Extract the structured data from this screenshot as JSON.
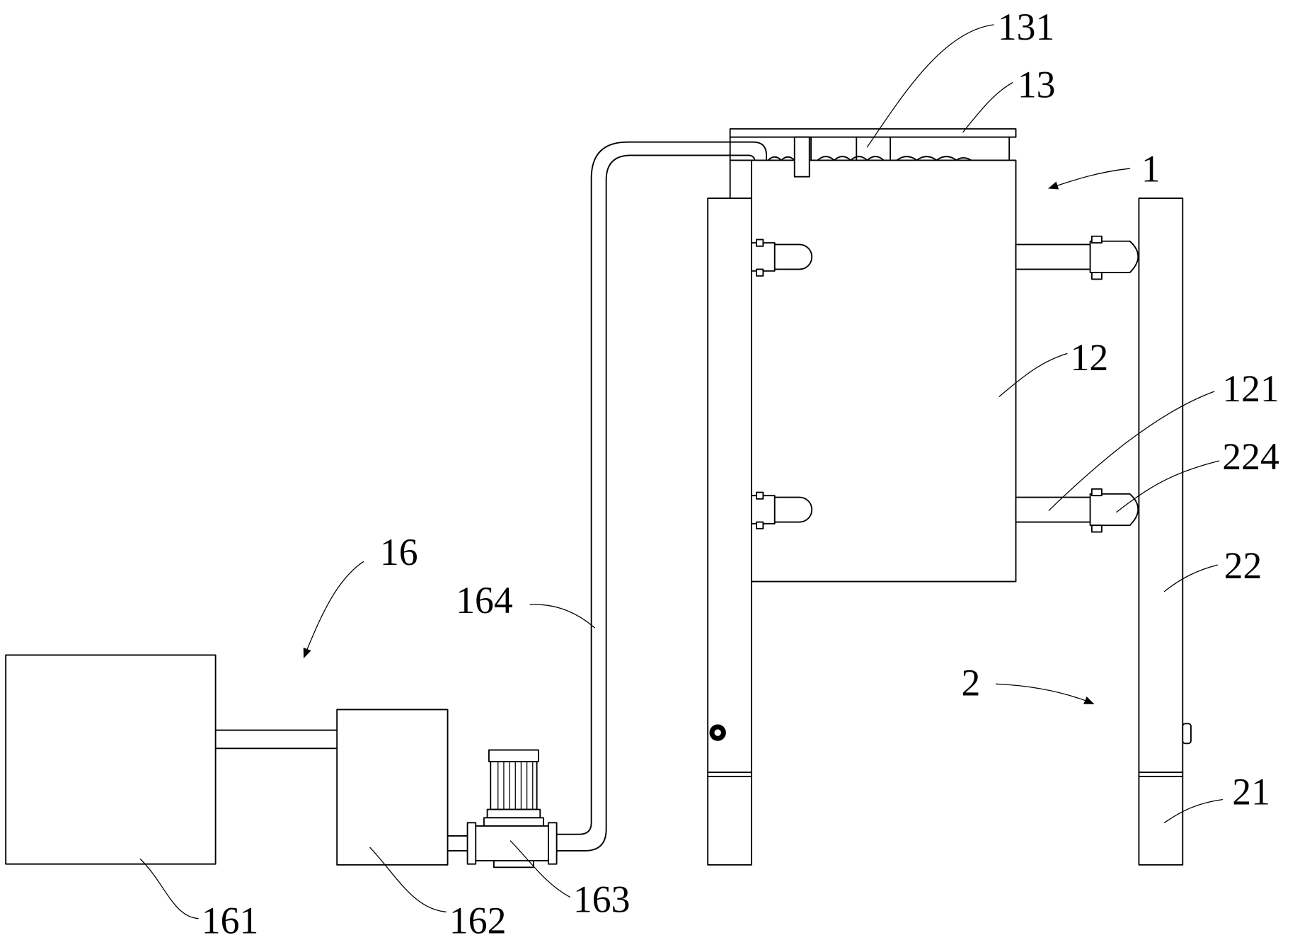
{
  "labels": {
    "l1": "1",
    "l2": "2",
    "l12": "12",
    "l13": "13",
    "l16": "16",
    "l21": "21",
    "l22": "22",
    "l121": "121",
    "l131": "131",
    "l161": "161",
    "l162": "162",
    "l163": "163",
    "l164": "164",
    "l224": "224"
  }
}
